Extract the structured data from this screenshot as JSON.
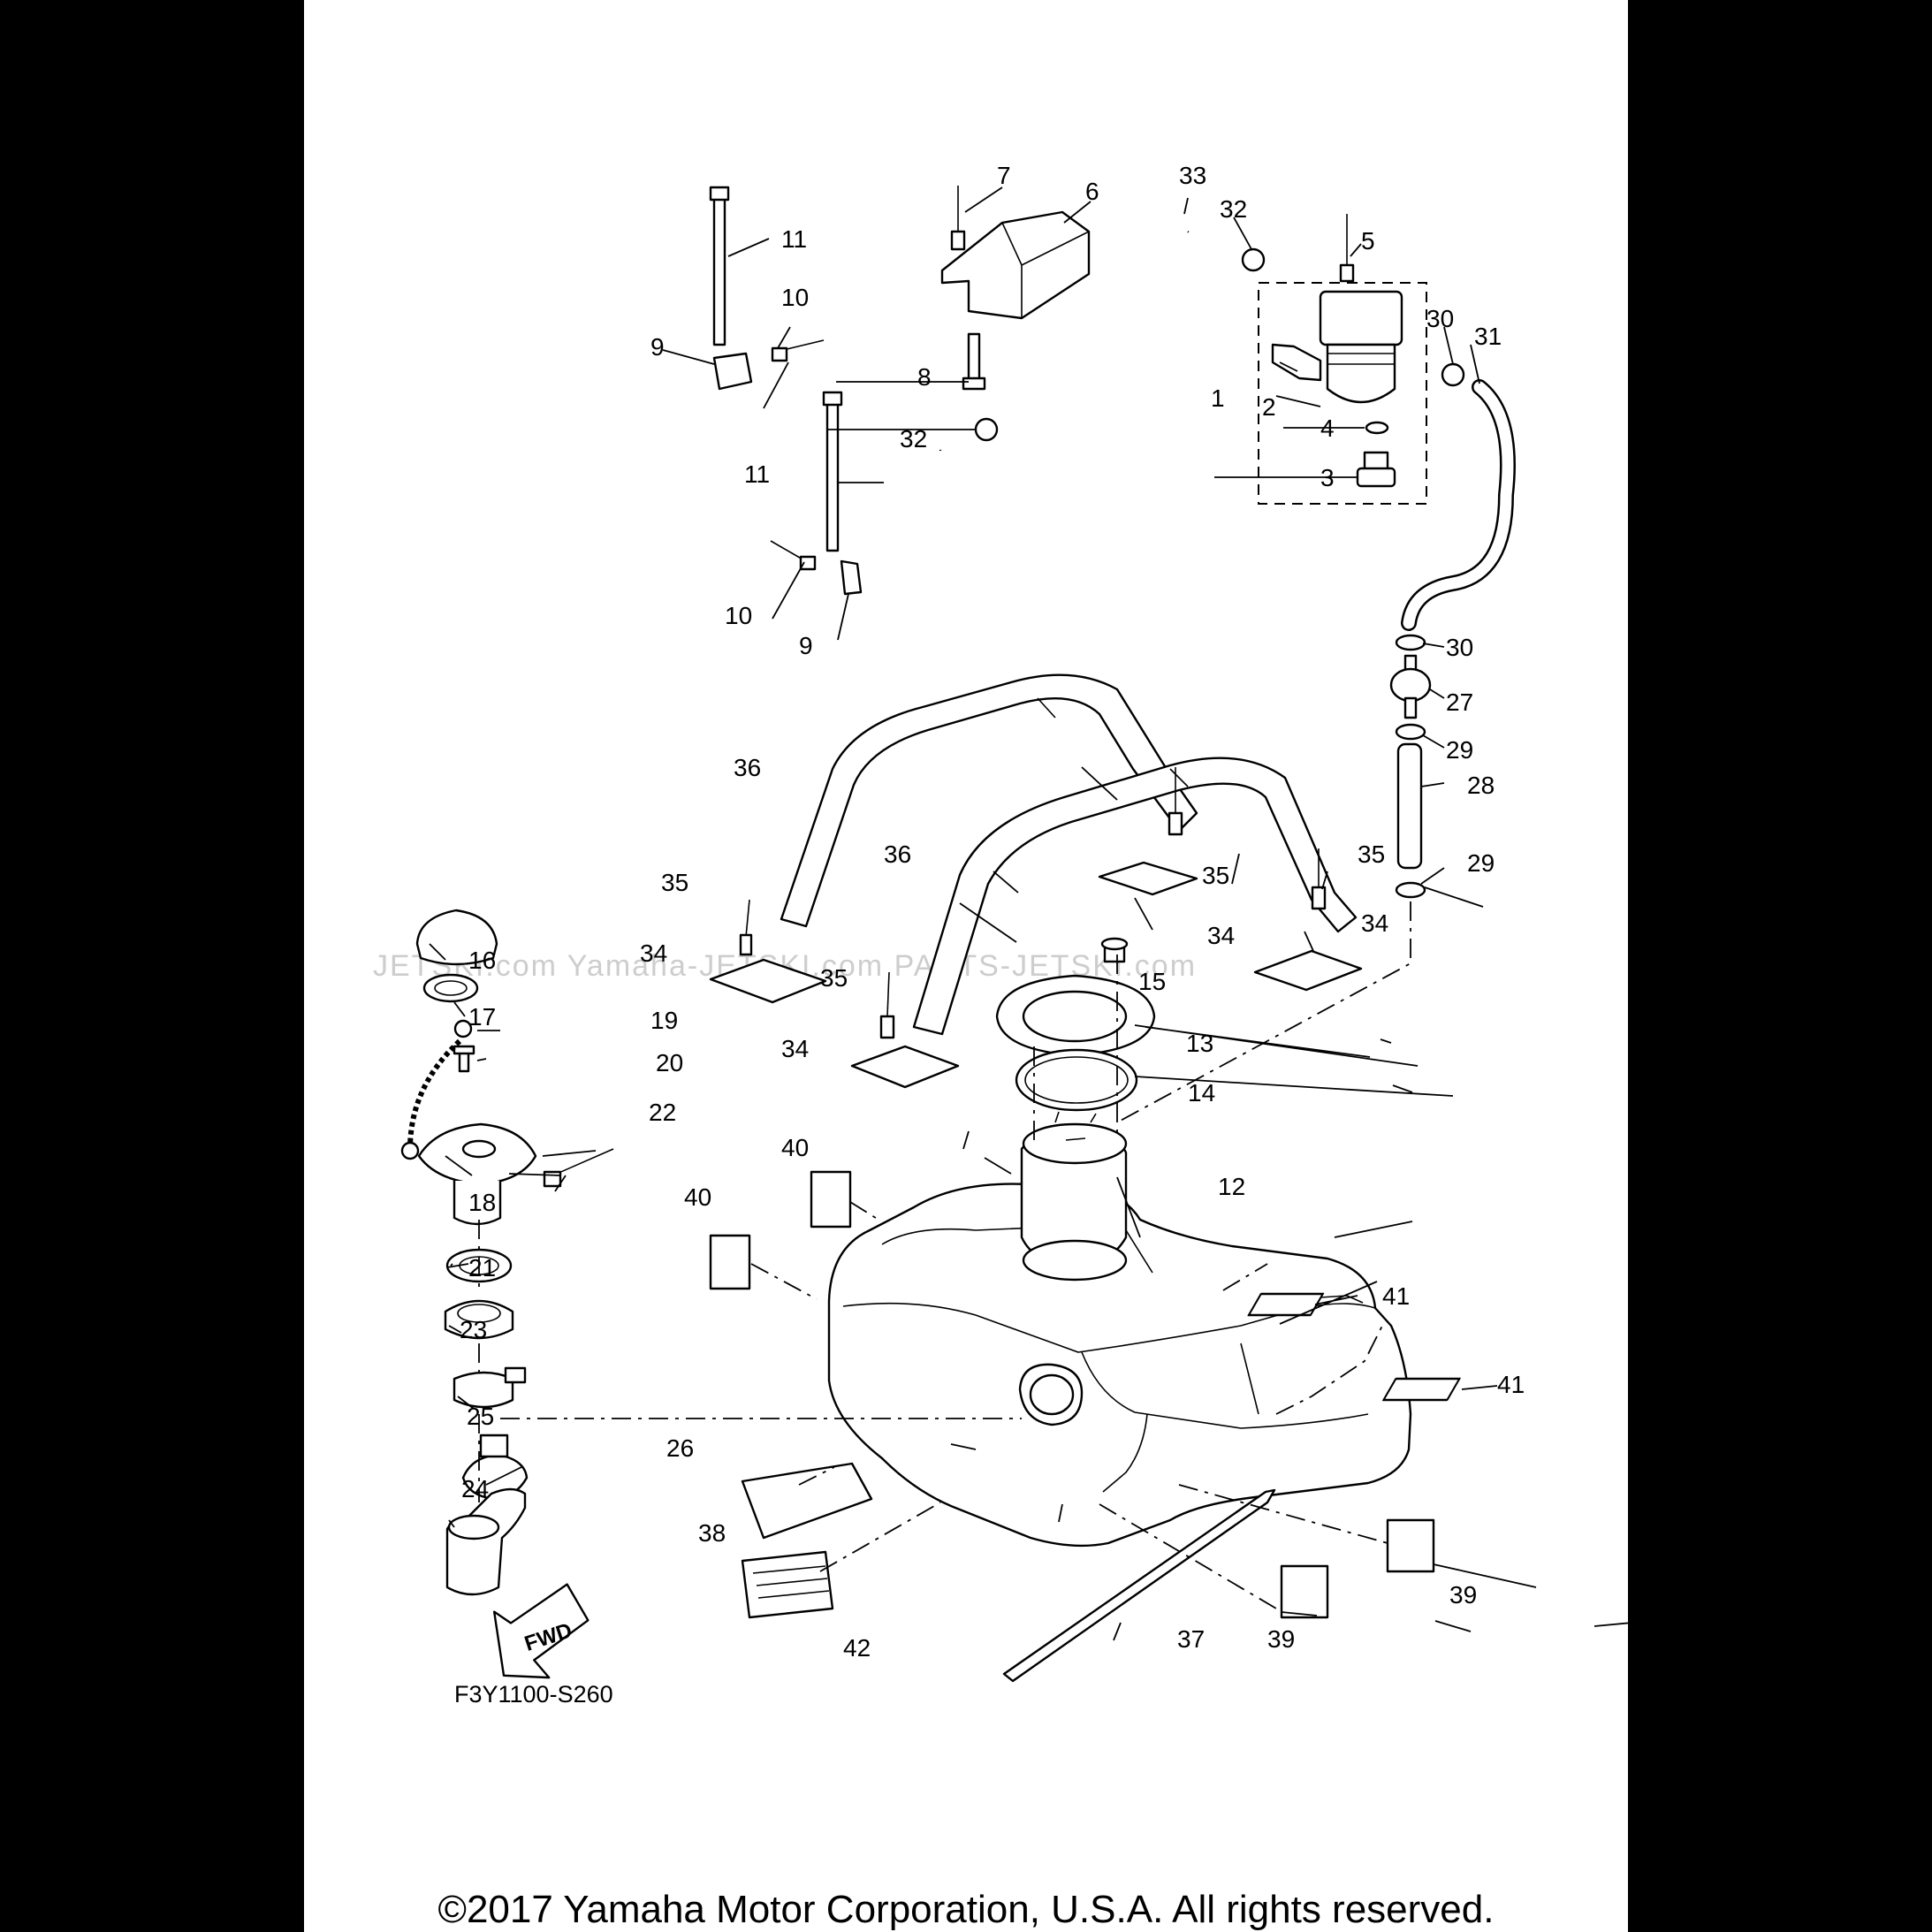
{
  "diagram_code": "F3Y1100-S260",
  "copyright": "©2017 Yamaha Motor Corporation, U.S.A. All rights reserved.",
  "watermark": "JETSKI.com   Yamaha-JETSKI.com   PARTS-JETSKI.com",
  "fwd_label": "FWD",
  "colors": {
    "background": "#000000",
    "sheet": "#ffffff",
    "ink": "#000000",
    "watermark": "#b8b8b8"
  },
  "callouts": [
    {
      "key": "c7",
      "label": "7"
    },
    {
      "key": "c6",
      "label": "6"
    },
    {
      "key": "c33",
      "label": "33"
    },
    {
      "key": "c32a",
      "label": "32"
    },
    {
      "key": "c5",
      "label": "5"
    },
    {
      "key": "c11a",
      "label": "11"
    },
    {
      "key": "c10a",
      "label": "10"
    },
    {
      "key": "c9a",
      "label": "9"
    },
    {
      "key": "c8",
      "label": "8"
    },
    {
      "key": "c32b",
      "label": "32"
    },
    {
      "key": "c1",
      "label": "1"
    },
    {
      "key": "c2",
      "label": "2"
    },
    {
      "key": "c4",
      "label": "4"
    },
    {
      "key": "c3",
      "label": "3"
    },
    {
      "key": "c30a",
      "label": "30"
    },
    {
      "key": "c31",
      "label": "31"
    },
    {
      "key": "c11b",
      "label": "11"
    },
    {
      "key": "c10b",
      "label": "10"
    },
    {
      "key": "c9b",
      "label": "9"
    },
    {
      "key": "c30b",
      "label": "30"
    },
    {
      "key": "c27",
      "label": "27"
    },
    {
      "key": "c29a",
      "label": "29"
    },
    {
      "key": "c28",
      "label": "28"
    },
    {
      "key": "c36a",
      "label": "36"
    },
    {
      "key": "c36b",
      "label": "36"
    },
    {
      "key": "c35a",
      "label": "35"
    },
    {
      "key": "c35b",
      "label": "35"
    },
    {
      "key": "c35c",
      "label": "35"
    },
    {
      "key": "c35d",
      "label": "35"
    },
    {
      "key": "c29b",
      "label": "29"
    },
    {
      "key": "c34a",
      "label": "34"
    },
    {
      "key": "c34b",
      "label": "34"
    },
    {
      "key": "c34c",
      "label": "34"
    },
    {
      "key": "c34d",
      "label": "34"
    },
    {
      "key": "c16",
      "label": "16"
    },
    {
      "key": "c15",
      "label": "15"
    },
    {
      "key": "c17",
      "label": "17"
    },
    {
      "key": "c19",
      "label": "19"
    },
    {
      "key": "c13",
      "label": "13"
    },
    {
      "key": "c20",
      "label": "20"
    },
    {
      "key": "c14",
      "label": "14"
    },
    {
      "key": "c22",
      "label": "22"
    },
    {
      "key": "c18",
      "label": "18"
    },
    {
      "key": "c40a",
      "label": "40"
    },
    {
      "key": "c40b",
      "label": "40"
    },
    {
      "key": "c12",
      "label": "12"
    },
    {
      "key": "c21",
      "label": "21"
    },
    {
      "key": "c41a",
      "label": "41"
    },
    {
      "key": "c23",
      "label": "23"
    },
    {
      "key": "c41b",
      "label": "41"
    },
    {
      "key": "c25",
      "label": "25"
    },
    {
      "key": "c26",
      "label": "26"
    },
    {
      "key": "c24",
      "label": "24"
    },
    {
      "key": "c38",
      "label": "38"
    },
    {
      "key": "c39a",
      "label": "39"
    },
    {
      "key": "c37",
      "label": "37"
    },
    {
      "key": "c39b",
      "label": "39"
    },
    {
      "key": "c42",
      "label": "42"
    }
  ]
}
